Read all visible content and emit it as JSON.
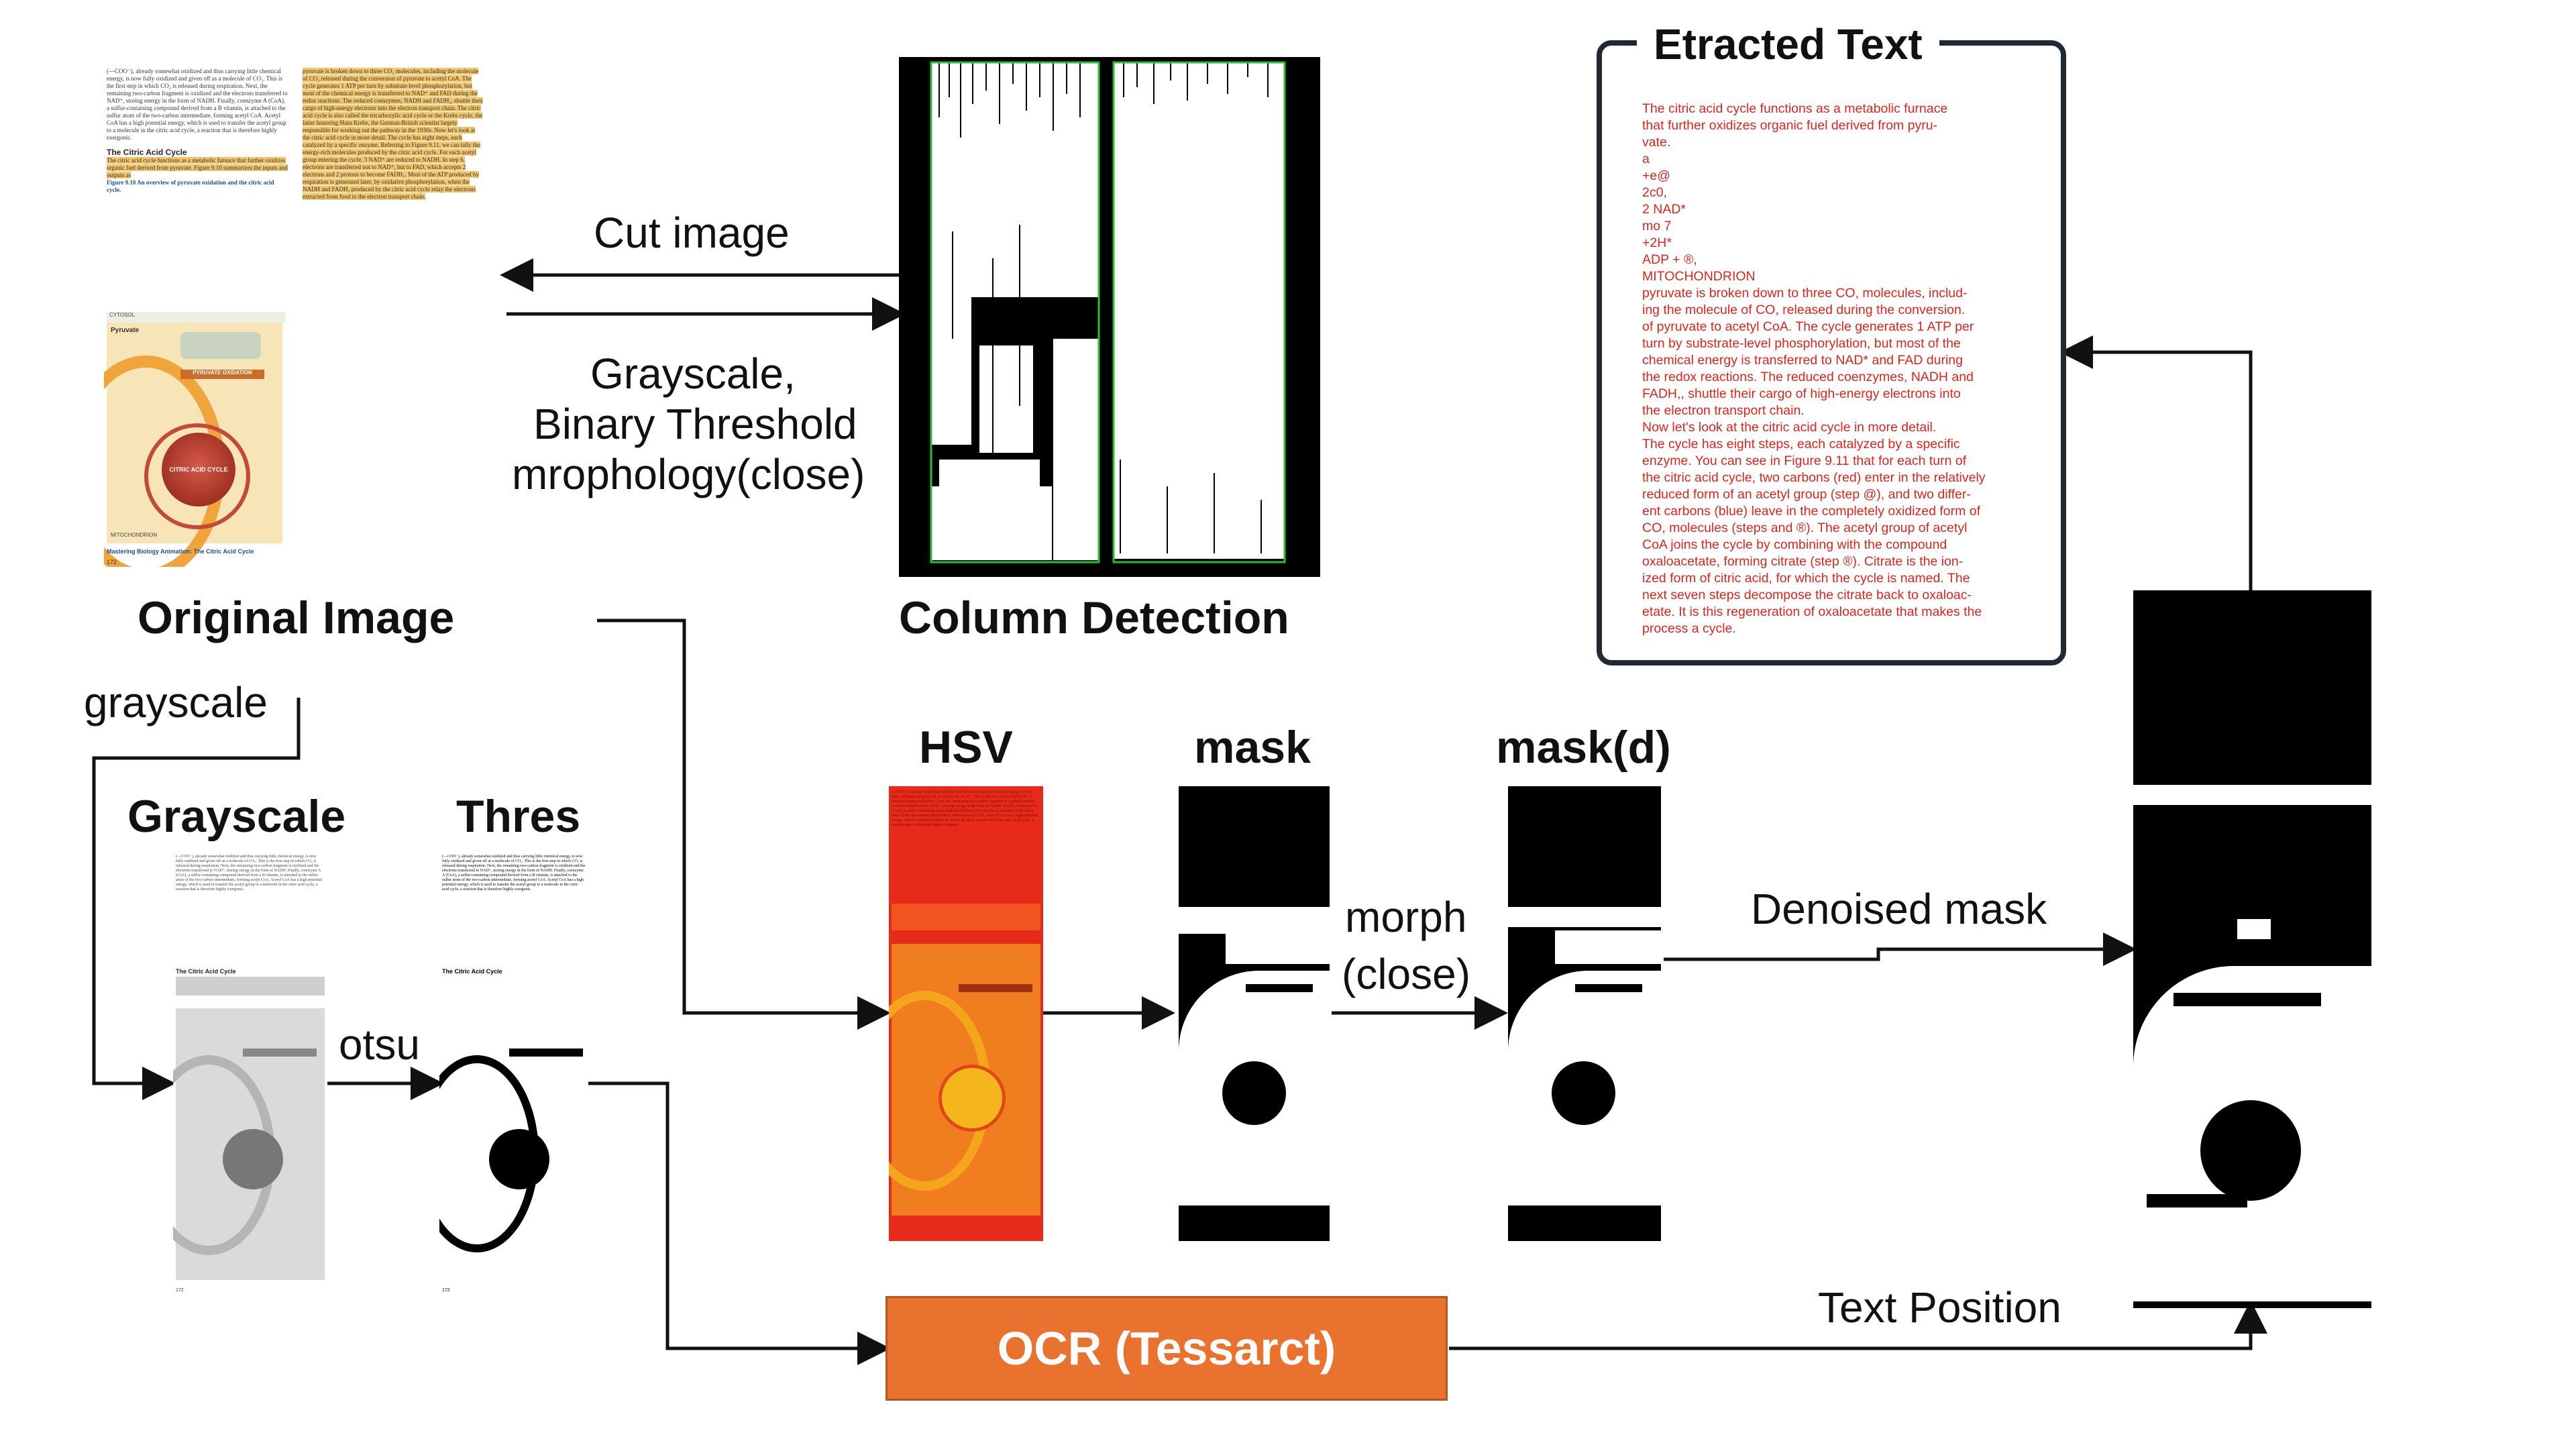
{
  "labels": {
    "original_image": "Original Image",
    "grayscale_step": "grayscale",
    "grayscale": "Grayscale",
    "thres": "Thres",
    "otsu": "otsu",
    "cut_image": "Cut image",
    "preprocess_line1": "Grayscale,",
    "preprocess_line2": "Binary Threshold",
    "preprocess_line3": "mrophology(close)",
    "column_detection": "Column Detection",
    "hsv": "HSV",
    "mask": "mask",
    "mask_d": "mask(d)",
    "morph_line1": "morph",
    "morph_line2": "(close)",
    "denoised_mask": "Denoised mask",
    "text_position": "Text Position",
    "ocr": "OCR (Tessarct)",
    "extracted_text_title": "Etracted Text"
  },
  "extracted_text": "The citric acid cycle functions as a metabolic furnace\nthat further oxidizes organic fuel derived from pyru-\nvate.\na\n+e@\n2c0,\n2 NAD*\nmo 7\n+2H*\nADP + ®,\nMITOCHONDRION\npyruvate is broken down to three CO, molecules, includ-\ning the molecule of CO, released during the conversion.\nof pyruvate to acetyl CoA. The cycle generates 1 ATP per\nturn by substrate-level phosphorylation, but most of the\nchemical energy is transferred to NAD* and FAD during\nthe redox reactions. The reduced coenzymes, NADH and\nFADH,, shuttle their cargo of high-energy electrons into\nthe electron transport chain.\nNow let's look at the citric acid cycle in more detail.\nThe cycle has eight steps, each catalyzed by a specific\nenzyme. You can see in Figure 9.11 that for each turn of\nthe citric acid cycle, two carbons (red) enter in the relatively\nreduced form of an acetyl group (step @), and two differ-\nent carbons (blue) leave in the completely oxidized form of\nCO, molecules (steps and ®). The acetyl group of acetyl\nCoA joins the cycle by combining with the compound\noxaloacetate, forming citrate (step ®). Citrate is the ion-\nized form of citric acid, for which the cycle is named. The\nnext seven steps decompose the citrate back to oxaloac-\netate. It is this regeneration of oxaloacetate that makes the\nprocess a cycle.",
  "book_page": {
    "left_col": "(—COO⁻), already somewhat oxidized and thus carrying little chemical energy, is now fully oxidized and given off as a molecule of CO₂. This is the first step in which CO₂ is released during respiration. Next, the remaining two-carbon fragment is oxidized and the electrons transferred to NAD⁺, storing energy in the form of NADH. Finally, coenzyme A (CoA), a sulfur-containing compound derived from a B vitamin, is attached to the sulfur atom of the two-carbon intermediate, forming acetyl CoA. Acetyl CoA has a high potential energy, which is used to transfer the acetyl group to a molecule in the citric acid cycle, a reaction that is therefore highly exergonic.",
    "heading": "The Citric Acid Cycle",
    "highlight": "The citric acid cycle functions as a metabolic furnace that further oxidizes organic fuel derived from pyruvate. Figure 9.10 summarizes the inputs and outputs as",
    "figure_caption": "Figure 9.10 An overview of pyruvate oxidation and the citric acid cycle.",
    "right_col": "pyruvate is broken down to three CO₂ molecules, including the molecule of CO₂ released during the conversion of pyruvate to acetyl CoA. The cycle generates 1 ATP per turn by substrate-level phosphorylation, but most of the chemical energy is transferred to NAD⁺ and FAD during the redox reactions. The reduced coenzymes, NADH and FADH₂, shuttle their cargo of high-energy electrons into the electron transport chain. The citric acid cycle is also called the tricarboxylic acid cycle or the Krebs cycle, the latter honoring Hans Krebs, the German-British scientist largely responsible for working out the pathway in the 1930s. Now let's look at the citric acid cycle in more detail. The cycle has eight steps, each catalyzed by a specific enzyme. Referring to Figure 9.11, we can tally the energy-rich molecules produced by the citric acid cycle. For each acetyl group entering the cycle, 3 NAD⁺ are reduced to NADH. In step 6, electrons are transferred not to NAD⁺, but to FAD, which accepts 2 electrons and 2 protons to become FADH₂. Most of the ATP produced by respiration is generated later, by oxidative phosphorylation, when the NADH and FADH₂ produced by the citric acid cycle relay the electrons extracted from food to the electron transport chain.",
    "cycle_label": "CITRIC ACID CYCLE",
    "pyruvate": "Pyruvate",
    "cytosol": "CYTOSOL",
    "mito": "MITOCHONDRION",
    "pyr_ox": "PYRUVATE OXIDATION",
    "footer": "Mastering Biology  Animation: The Citric Acid Cycle",
    "page_no": "172"
  },
  "colors": {
    "ocr_box": "#e8722e",
    "ocr_border": "#b4561f",
    "extracted_text": "#e0241b",
    "panel_border": "#1f2a33",
    "highlight": "#f4c66b",
    "hsv_red": "#e82a1a"
  }
}
